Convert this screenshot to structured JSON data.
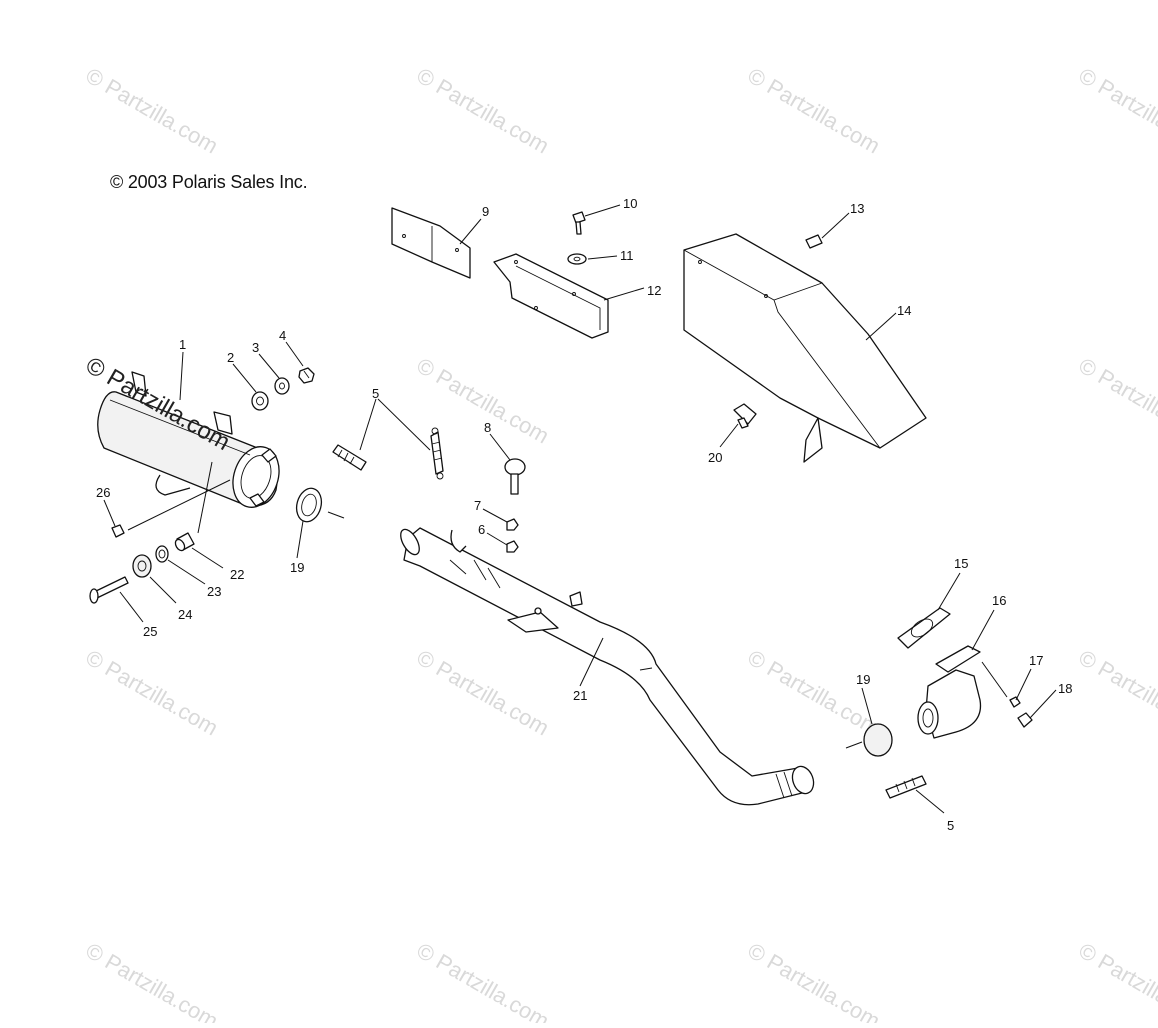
{
  "copyright": "© 2003 Polaris Sales Inc.",
  "watermark": "© Partzilla.com",
  "labels": {
    "p1": "1",
    "p2": "2",
    "p3": "3",
    "p4": "4",
    "p5a": "5",
    "p5b": "5",
    "p6": "6",
    "p7": "7",
    "p8": "8",
    "p9": "9",
    "p10": "10",
    "p11": "11",
    "p12": "12",
    "p13": "13",
    "p14": "14",
    "p15": "15",
    "p16": "16",
    "p17": "17",
    "p18": "18",
    "p19a": "19",
    "p19b": "19",
    "p20": "20",
    "p21": "21",
    "p22": "22",
    "p23": "23",
    "p24": "24",
    "p25": "25",
    "p26": "26"
  }
}
